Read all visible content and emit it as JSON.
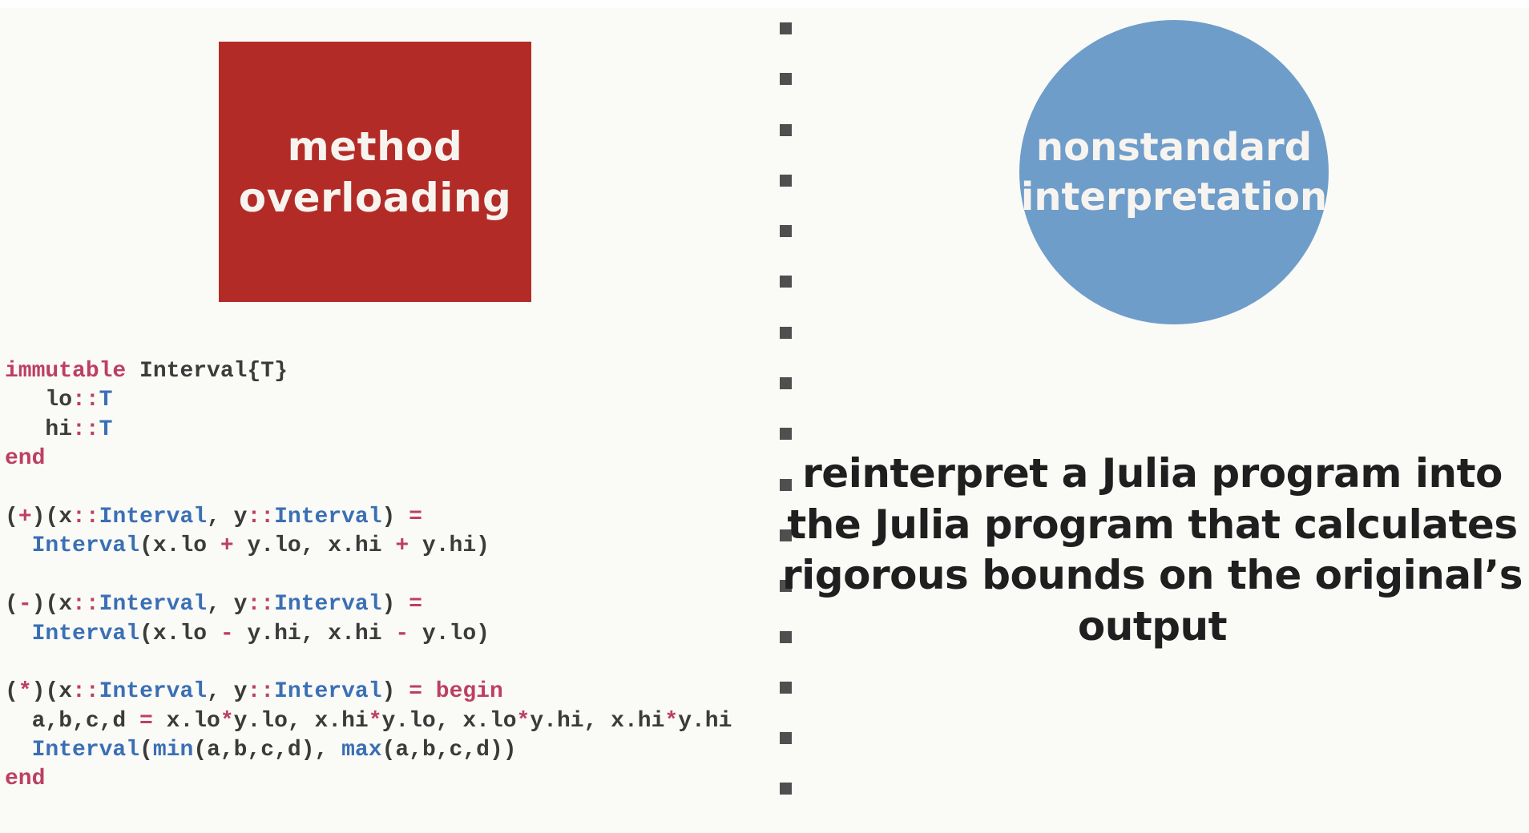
{
  "colors": {
    "page-bg": "#fafaf6",
    "box-red": "#b32b27",
    "circle-blue": "#6f9dca",
    "title-white": "#f7f4ef",
    "code-keyword": "#bd3f63",
    "code-type": "#3a6fb5",
    "code-plain": "#3b3b3b",
    "body-text": "#1f1f1f",
    "divider-gray": "#4f4f4f"
  },
  "left": {
    "box_title": {
      "line1": "method",
      "line2": "overloading"
    },
    "code": {
      "lines": [
        [
          [
            "k",
            "immutable"
          ],
          [
            "p",
            " Interval{T}"
          ]
        ],
        [
          [
            "p",
            "   lo"
          ],
          [
            "k",
            "::"
          ],
          [
            "t",
            "T"
          ]
        ],
        [
          [
            "p",
            "   hi"
          ],
          [
            "k",
            "::"
          ],
          [
            "t",
            "T"
          ]
        ],
        [
          [
            "k",
            "end"
          ]
        ],
        [],
        [
          [
            "p",
            "("
          ],
          [
            "k",
            "+"
          ],
          [
            "p",
            ")(x"
          ],
          [
            "k",
            "::"
          ],
          [
            "t",
            "Interval"
          ],
          [
            "p",
            ", y"
          ],
          [
            "k",
            "::"
          ],
          [
            "t",
            "Interval"
          ],
          [
            "p",
            ") "
          ],
          [
            "k",
            "="
          ]
        ],
        [
          [
            "p",
            "  "
          ],
          [
            "t",
            "Interval"
          ],
          [
            "p",
            "(x.lo "
          ],
          [
            "k",
            "+"
          ],
          [
            "p",
            " y.lo, x.hi "
          ],
          [
            "k",
            "+"
          ],
          [
            "p",
            " y.hi)"
          ]
        ],
        [],
        [
          [
            "p",
            "("
          ],
          [
            "k",
            "-"
          ],
          [
            "p",
            ")(x"
          ],
          [
            "k",
            "::"
          ],
          [
            "t",
            "Interval"
          ],
          [
            "p",
            ", y"
          ],
          [
            "k",
            "::"
          ],
          [
            "t",
            "Interval"
          ],
          [
            "p",
            ") "
          ],
          [
            "k",
            "="
          ]
        ],
        [
          [
            "p",
            "  "
          ],
          [
            "t",
            "Interval"
          ],
          [
            "p",
            "(x.lo "
          ],
          [
            "k",
            "-"
          ],
          [
            "p",
            " y.hi, x.hi "
          ],
          [
            "k",
            "-"
          ],
          [
            "p",
            " y.lo)"
          ]
        ],
        [],
        [
          [
            "p",
            "("
          ],
          [
            "k",
            "*"
          ],
          [
            "p",
            ")(x"
          ],
          [
            "k",
            "::"
          ],
          [
            "t",
            "Interval"
          ],
          [
            "p",
            ", y"
          ],
          [
            "k",
            "::"
          ],
          [
            "t",
            "Interval"
          ],
          [
            "p",
            ") "
          ],
          [
            "k",
            "="
          ],
          [
            "p",
            " "
          ],
          [
            "k",
            "begin"
          ]
        ],
        [
          [
            "p",
            "  a,b,c,d "
          ],
          [
            "k",
            "="
          ],
          [
            "p",
            " x.lo"
          ],
          [
            "k",
            "*"
          ],
          [
            "p",
            "y.lo, x.hi"
          ],
          [
            "k",
            "*"
          ],
          [
            "p",
            "y.lo, x.lo"
          ],
          [
            "k",
            "*"
          ],
          [
            "p",
            "y.hi, x.hi"
          ],
          [
            "k",
            "*"
          ],
          [
            "p",
            "y.hi"
          ]
        ],
        [
          [
            "p",
            "  "
          ],
          [
            "t",
            "Interval"
          ],
          [
            "p",
            "("
          ],
          [
            "t",
            "min"
          ],
          [
            "p",
            "(a,b,c,d), "
          ],
          [
            "t",
            "max"
          ],
          [
            "p",
            "(a,b,c,d))"
          ]
        ],
        [
          [
            "k",
            "end"
          ]
        ]
      ]
    }
  },
  "divider": {
    "square_count": 16
  },
  "right": {
    "circle_title": {
      "line1": "nonstandard",
      "line2": "interpretation"
    },
    "body": {
      "lines": [
        "reinterpret a Julia program into",
        "the Julia program that calculates",
        "rigorous bounds on the original’s",
        "output"
      ]
    }
  }
}
